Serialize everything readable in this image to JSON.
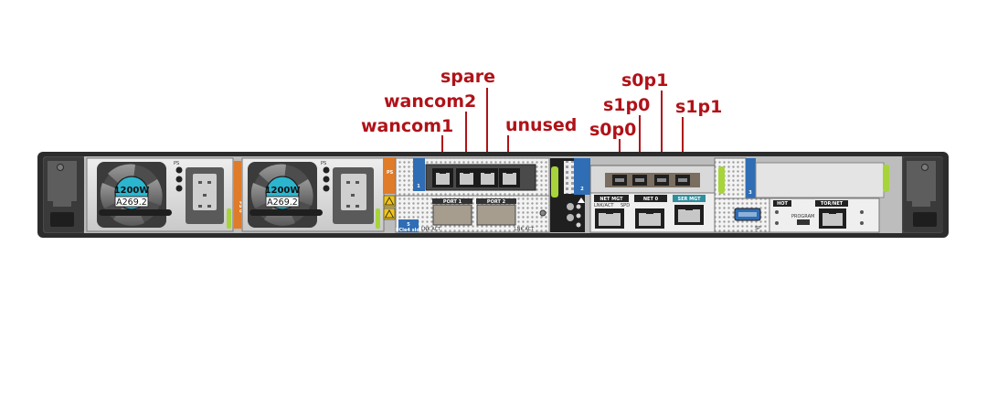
{
  "callouts": {
    "wancom1": "wancom1",
    "wancom2": "wancom2",
    "spare": "spare",
    "unused": "unused",
    "s0p0": "s0p0",
    "s1p0": "s1p0",
    "s0p1": "s0p1",
    "s1p1": "s1p1"
  },
  "psu": {
    "left": {
      "wattage": "1200W",
      "model": "A269.2"
    },
    "right": {
      "wattage": "1200W",
      "model": "A269.2"
    },
    "ps_label": "PS",
    "ps1_label": "PS 1",
    "ps0_label": "PS 0"
  },
  "slots": {
    "slot1": "1",
    "slot2": "2",
    "slot3": "3",
    "slot5": "5",
    "slot5_sub": "PCIe4 slot",
    "port1": "PORT 1",
    "port2": "PORT 2",
    "lnk_act": "LNK ACT",
    "lnk_act2": "LNK ACT"
  },
  "rear_io": {
    "net_mgt": "NET MGT",
    "net0": "NET 0",
    "ser_mgt": "SER MGT",
    "lnk_act": "LNK/ACT",
    "spd": "SPD",
    "sp": "SP",
    "tor_net": "TOR/NET",
    "program": "PROGRAM",
    "hot": "HOT"
  },
  "colors": {
    "callout": "#b01218",
    "chassis": "#2c2c2c",
    "fan_hub": "#2bb5cf",
    "ps_label_bg": "#e07b2a",
    "slot_badge": "#2f6db5",
    "latch_green": "#a6d43a"
  }
}
